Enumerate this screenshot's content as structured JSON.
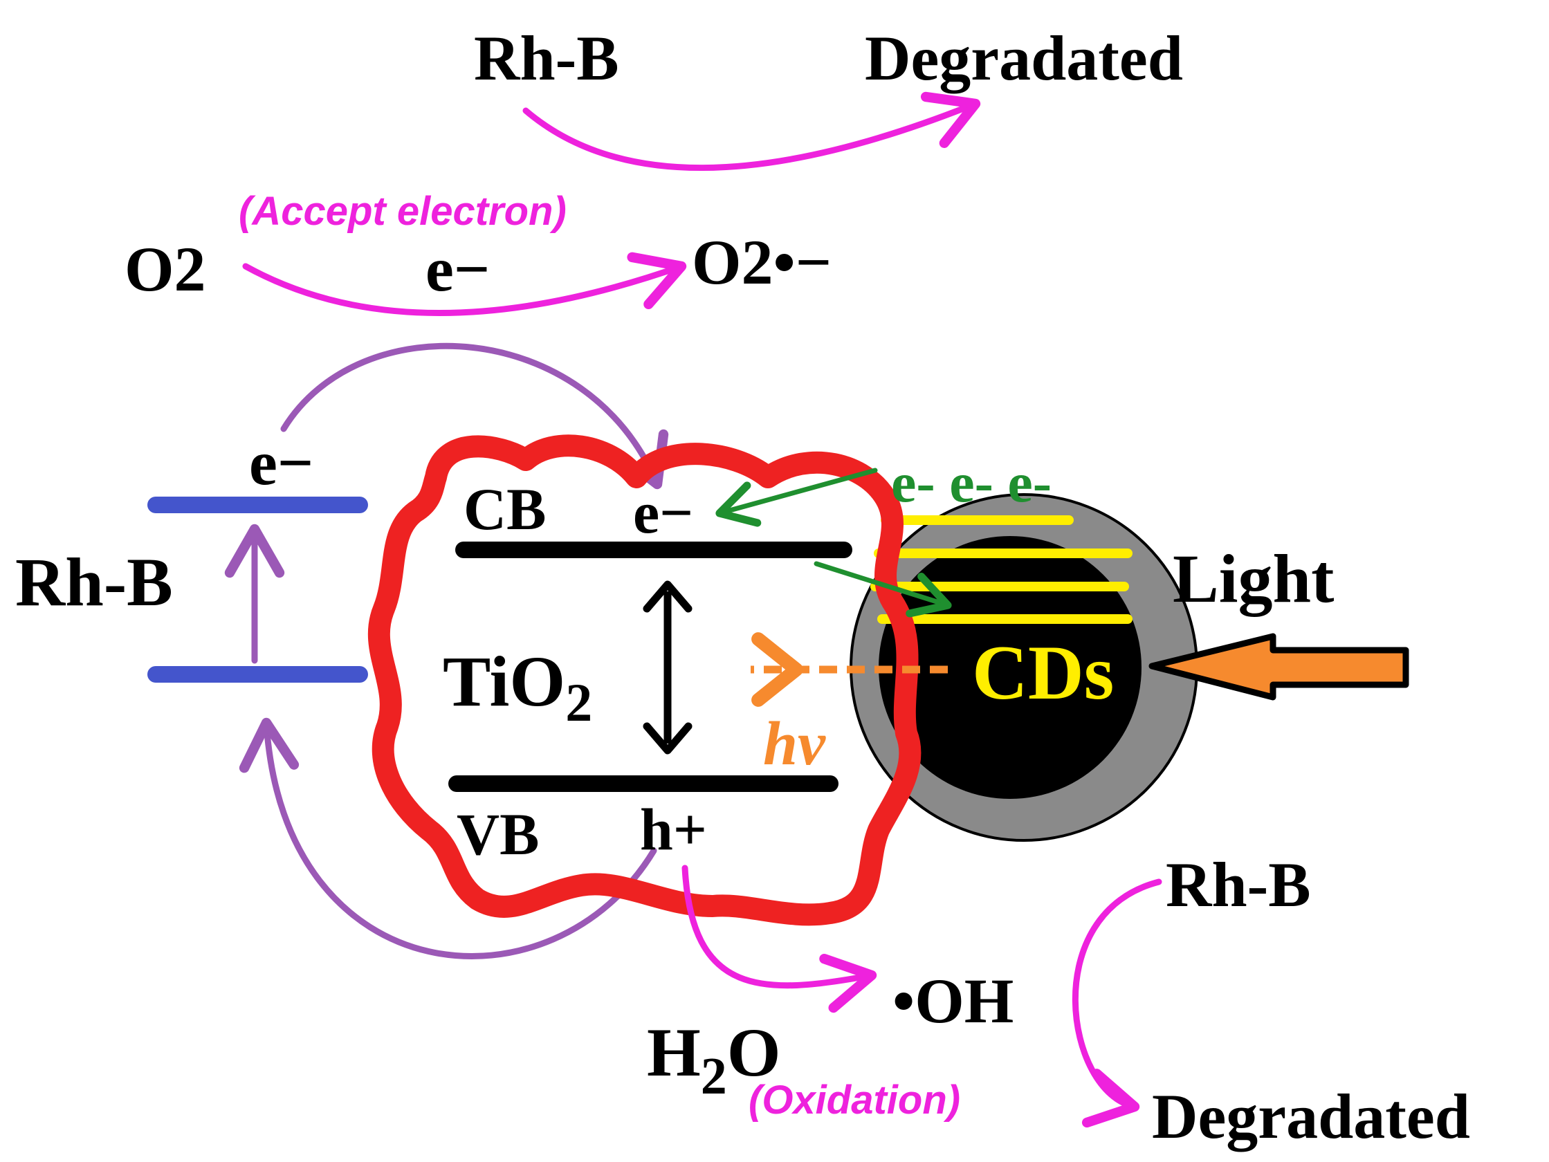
{
  "colors": {
    "magenta": "#ee22dd",
    "purple": "#9b59b6",
    "blue": "#4455cc",
    "black": "#000000",
    "red": "#ee2222",
    "green": "#1f8f2f",
    "yellow": "#ffee00",
    "orange": "#f68a2e",
    "gray": "#8a8a8a"
  },
  "top_reaction": {
    "reactant": "Rh-B",
    "product": "Degradated"
  },
  "oxygen_reaction": {
    "reactant": "O2",
    "electron": "e−",
    "annotation": "(Accept electron)",
    "product": "O2•−"
  },
  "dye": {
    "label": "Rh-B",
    "electron": "e−"
  },
  "tio2": {
    "label": "TiO",
    "subscript": "2",
    "cb_label": "CB",
    "vb_label": "VB",
    "cb_electron": "e−",
    "vb_hole": "h+"
  },
  "cds": {
    "label": "CDs",
    "electrons": "e- e- e-",
    "emission": "hv"
  },
  "light": {
    "label": "Light"
  },
  "water_reaction": {
    "reactant_main": "H",
    "reactant_sub": "2",
    "reactant_end": "O",
    "annotation": "(Oxidation)",
    "product": "•OH"
  },
  "bottom_reaction": {
    "reactant": "Rh-B",
    "product": "Degradated"
  }
}
